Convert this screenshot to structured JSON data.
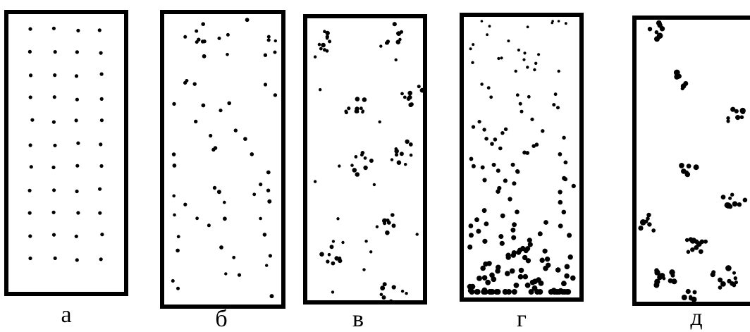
{
  "figure": {
    "panels": [
      {
        "label": "а",
        "pattern": "uniform"
      },
      {
        "label": "б",
        "pattern": "random"
      },
      {
        "label": "в",
        "pattern": "clustered"
      },
      {
        "label": "г",
        "pattern": "gradient"
      },
      {
        "label": "д",
        "pattern": "clustered-gradient"
      }
    ],
    "colors": {
      "ink": "#000000",
      "background": "#ffffff"
    }
  }
}
